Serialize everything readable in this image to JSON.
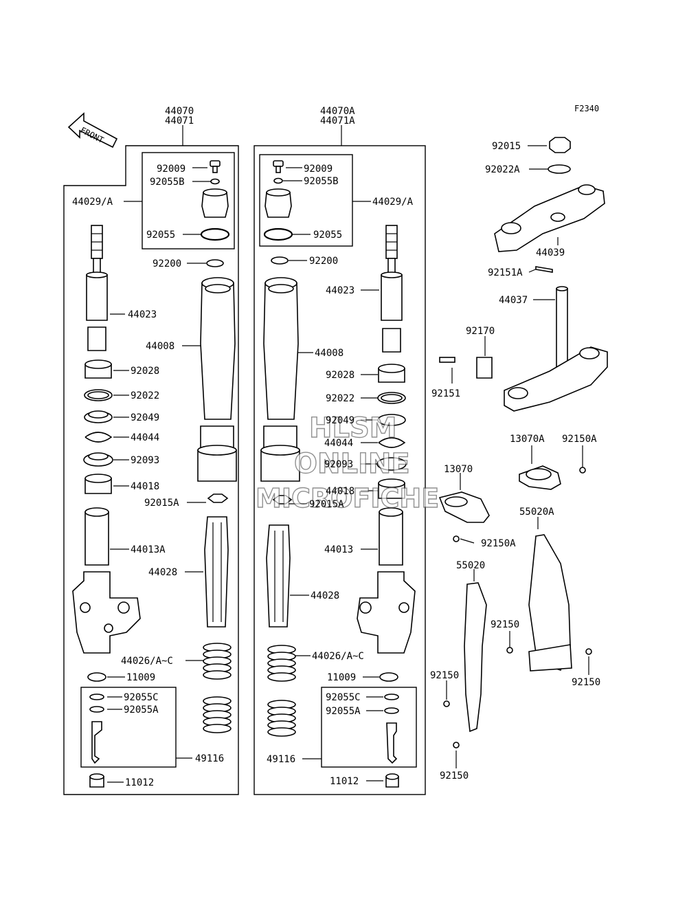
{
  "diagram_code": "F2340",
  "front_label": "FRONT",
  "watermark": {
    "line1": "HLSM",
    "line2": "ONLINE",
    "line3": "MICROFICHE"
  },
  "labels": [
    "44070",
    "44071",
    "44070A",
    "44071A",
    "92009",
    "92055B",
    "44029/A",
    "92055",
    "92200",
    "44023",
    "44008",
    "92028",
    "92022",
    "92049",
    "44044",
    "92093",
    "44018",
    "92015A",
    "44013A",
    "44028",
    "44026/A~C",
    "11009",
    "92055C",
    "92055A",
    "49116",
    "11012",
    "92009",
    "92055B",
    "44029/A",
    "92055",
    "92200",
    "44023",
    "44008",
    "92028",
    "92022",
    "92049",
    "44044",
    "92093",
    "44018",
    "92015A",
    "44013",
    "44028",
    "44026/A~C",
    "11009",
    "92055C",
    "92055A",
    "49116",
    "11012",
    "92015",
    "92022A",
    "44039",
    "92151A",
    "44037",
    "92170",
    "92151",
    "13070A",
    "92150A",
    "13070",
    "92150A",
    "55020A",
    "55020",
    "92150",
    "92150",
    "92150",
    "92150"
  ]
}
